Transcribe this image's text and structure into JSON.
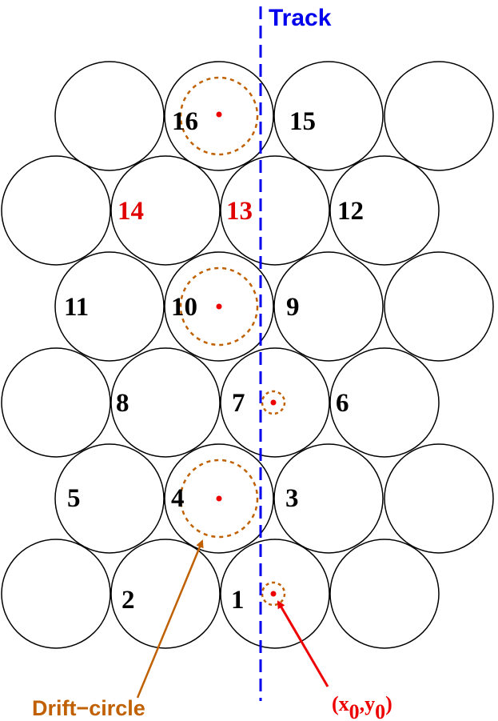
{
  "labels": {
    "track": "Track",
    "drift_circle": "Drift−circle",
    "origin_prefix": "(x",
    "origin_sub1": "0",
    "origin_mid": ",y",
    "origin_sub2": "0",
    "origin_suffix": ")"
  },
  "tubes": [
    {
      "id": "16",
      "highlight": false
    },
    {
      "id": "15",
      "highlight": false
    },
    {
      "id": "14",
      "highlight": true
    },
    {
      "id": "13",
      "highlight": true
    },
    {
      "id": "12",
      "highlight": false
    },
    {
      "id": "11",
      "highlight": false
    },
    {
      "id": "10",
      "highlight": false
    },
    {
      "id": "9",
      "highlight": false
    },
    {
      "id": "8",
      "highlight": false
    },
    {
      "id": "7",
      "highlight": false
    },
    {
      "id": "6",
      "highlight": false
    },
    {
      "id": "5",
      "highlight": false
    },
    {
      "id": "4",
      "highlight": false
    },
    {
      "id": "3",
      "highlight": false
    },
    {
      "id": "2",
      "highlight": false
    },
    {
      "id": "1",
      "highlight": false
    }
  ],
  "colors": {
    "tube_outline": "#000000",
    "number": "#000000",
    "highlight_number": "#e00000",
    "track": "#0000ee",
    "drift_circle": "#c06000",
    "wire_point": "#ee0000",
    "origin_arrow": "#ee0000"
  }
}
